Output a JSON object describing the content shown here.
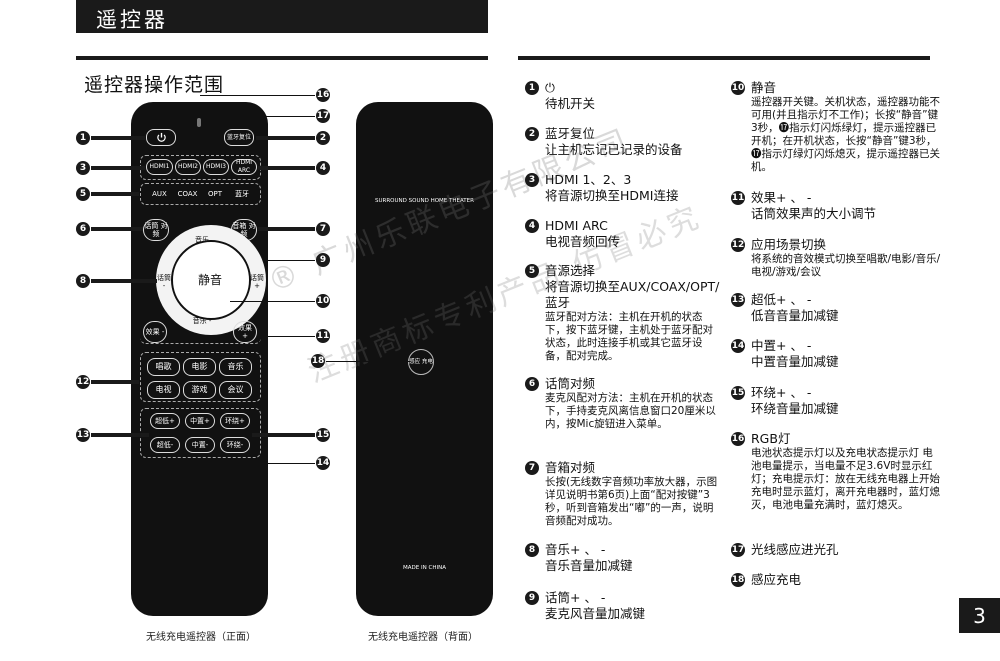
{
  "header": {
    "title": "遥控器"
  },
  "section_title": "遥控器操作范围",
  "remote_front": {
    "power_icon": "power-icon",
    "bt_button": "蓝牙复位",
    "hdmi": [
      "HDMI1",
      "HDMI2",
      "HDMI3",
      "HDMI ARC"
    ],
    "sources": [
      "AUX",
      "COAX",
      "OPT",
      "蓝牙"
    ],
    "mic_pair": "话筒 对频",
    "spk_pair": "音箱 对频",
    "music_up": "音乐 +",
    "music_down": "音乐 -",
    "mic_left": "话筒 -",
    "mic_right": "话筒 +",
    "mute": "静音",
    "effect_down": "效果 -",
    "effect_up": "效果 +",
    "scenes": [
      "唱歌",
      "电影",
      "音乐",
      "电视",
      "游戏",
      "会议"
    ],
    "levels_up": [
      "超低+",
      "中置+",
      "环绕+"
    ],
    "levels_down": [
      "超低-",
      "中置-",
      "环绕-"
    ],
    "caption": "无线充电遥控器（正面）"
  },
  "remote_back": {
    "brand_text": "SURROUND SOUND HOME THEATER",
    "made_in": "MADE IN CHINA",
    "charge_label": "感应 充电",
    "caption": "无线充电遥控器（背面）"
  },
  "watermark": {
    "line1": "®  广州乐联电子有限公司",
    "line2": "注册商标专利产品 仿冒必究"
  },
  "callouts": [
    "1",
    "2",
    "3",
    "4",
    "5",
    "6",
    "7",
    "8",
    "9",
    "10",
    "11",
    "12",
    "13",
    "14",
    "15",
    "16",
    "17",
    "18"
  ],
  "items": [
    {
      "num": "1",
      "title": "⏻",
      "desc": "待机开关"
    },
    {
      "num": "2",
      "title": "蓝牙复位",
      "desc": "让主机忘记已记录的设备"
    },
    {
      "num": "3",
      "title": "HDMI 1、2、3",
      "desc": "将音源切换至HDMI连接"
    },
    {
      "num": "4",
      "title": "HDMI ARC",
      "desc": "电视音频回传"
    },
    {
      "num": "5",
      "title": "音源选择",
      "desc": "将音源切换至AUX/COAX/OPT/蓝牙",
      "small": "蓝牙配对方法：主机在开机的状态下，按下蓝牙键，主机处于蓝牙配对状态，此时连接手机或其它蓝牙设备，配对完成。"
    },
    {
      "num": "6",
      "title": "话筒对频",
      "small": "麦克风配对方法：主机在开机的状态下，手持麦克风离信息窗口20厘米以内，按Mic旋钮进入菜单。"
    },
    {
      "num": "7",
      "title": "音箱对频",
      "small": "长按(无线数字音频功率放大器，示图详见说明书第6页)上面“配对按键”3秒，听到音箱发出“嘟”的一声，说明音频配对成功。"
    },
    {
      "num": "8",
      "title": "音乐+ 、 -",
      "desc": "音乐音量加减键"
    },
    {
      "num": "9",
      "title": "话筒+ 、 -",
      "desc": "麦克风音量加减键"
    },
    {
      "num": "10",
      "title": "静音",
      "small": "遥控器开关键。关机状态，遥控器功能不可用(并且指示灯不工作)；长按“静音”键3秒，⓱指示灯闪烁绿灯，提示遥控器已开机；在开机状态，长按“静音”键3秒，⓱指示灯绿灯闪烁熄灭，提示遥控器已关机。"
    },
    {
      "num": "11",
      "title": "效果+ 、 -",
      "desc": "话筒效果声的大小调节"
    },
    {
      "num": "12",
      "title": "应用场景切换",
      "small": "将系统的音效模式切换至唱歌/电影/音乐/电视/游戏/会议"
    },
    {
      "num": "13",
      "title": "超低+ 、 -",
      "desc": "低音音量加减键"
    },
    {
      "num": "14",
      "title": "中置+ 、 -",
      "desc": "中置音量加减键"
    },
    {
      "num": "15",
      "title": "环绕+ 、 -",
      "desc": "环绕音量加减键"
    },
    {
      "num": "16",
      "title": "RGB灯",
      "small": "电池状态提示灯以及充电状态提示灯 电池电量提示，当电量不足3.6V时显示红灯；充电提示灯：放在无线充电器上开始充电时显示蓝灯，离开充电器时，蓝灯熄灭，电池电量充满时，蓝灯熄灭。"
    },
    {
      "num": "17",
      "title": "光线感应进光孔"
    },
    {
      "num": "18",
      "title": "感应充电"
    }
  ],
  "page_number": "3"
}
